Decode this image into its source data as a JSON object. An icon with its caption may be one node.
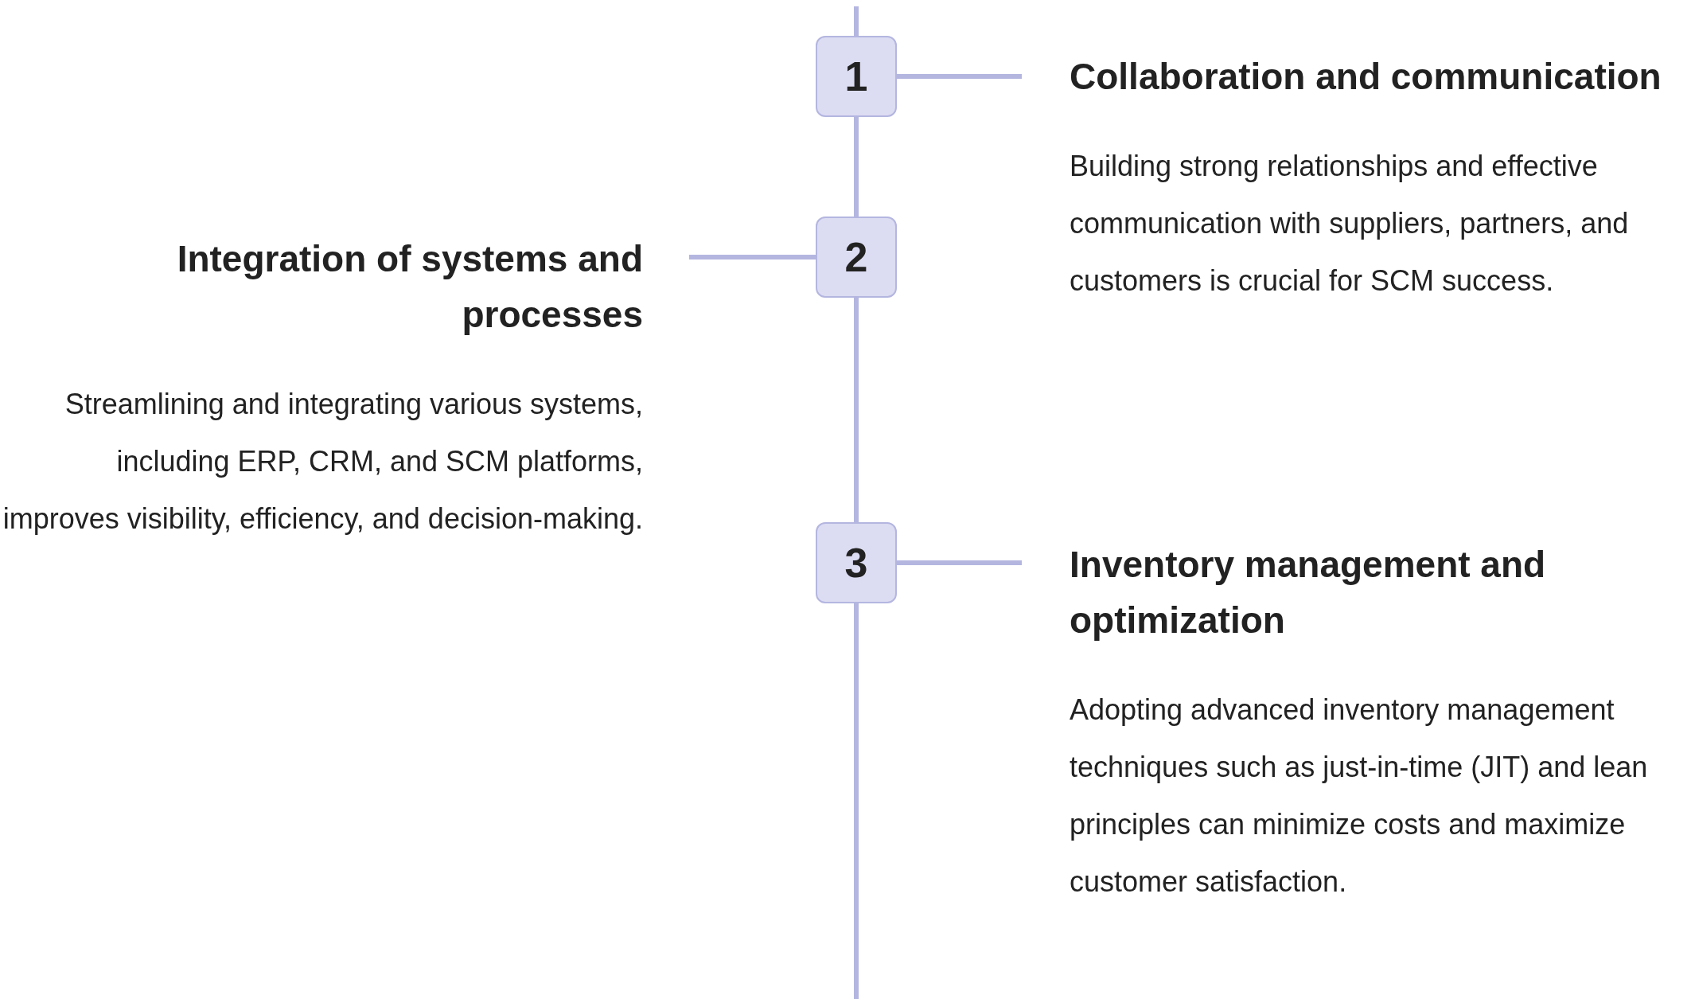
{
  "diagram": {
    "nodes": [
      {
        "text": [
          "1"
        ]
      },
      {
        "text": [
          "Collaboration and communication",
          "Building strong relationships and effective communication with suppliers, partners, and customers is crucial for SCM success."
        ]
      },
      {
        "text": [
          "Integration of systems and processes",
          "Streamlining and integrating various systems, including ERP, CRM, and SCM platforms, improves visibility, efficiency, and decision-making."
        ]
      },
      {
        "text": [
          "2"
        ]
      },
      {
        "text": [
          "3"
        ]
      },
      {
        "text": [
          "Inventory management and optimization",
          "Adopting advanced inventory management techniques such as just-in-time (JIT) and lean principles can minimize costs and maximize customer satisfaction."
        ]
      }
    ],
    "edges": [
      {
        "from": null,
        "to": 0,
        "arrow": "none"
      },
      {
        "from": 0,
        "to": 1,
        "arrow": "none"
      },
      {
        "from": 0,
        "to": 3,
        "arrow": "none"
      },
      {
        "from": 3,
        "to": 2,
        "arrow": "none"
      },
      {
        "from": 3,
        "to": 4,
        "arrow": "none"
      },
      {
        "from": 4,
        "to": 5,
        "arrow": "none"
      },
      {
        "from": 4,
        "to": null,
        "arrow": "none"
      }
    ]
  }
}
